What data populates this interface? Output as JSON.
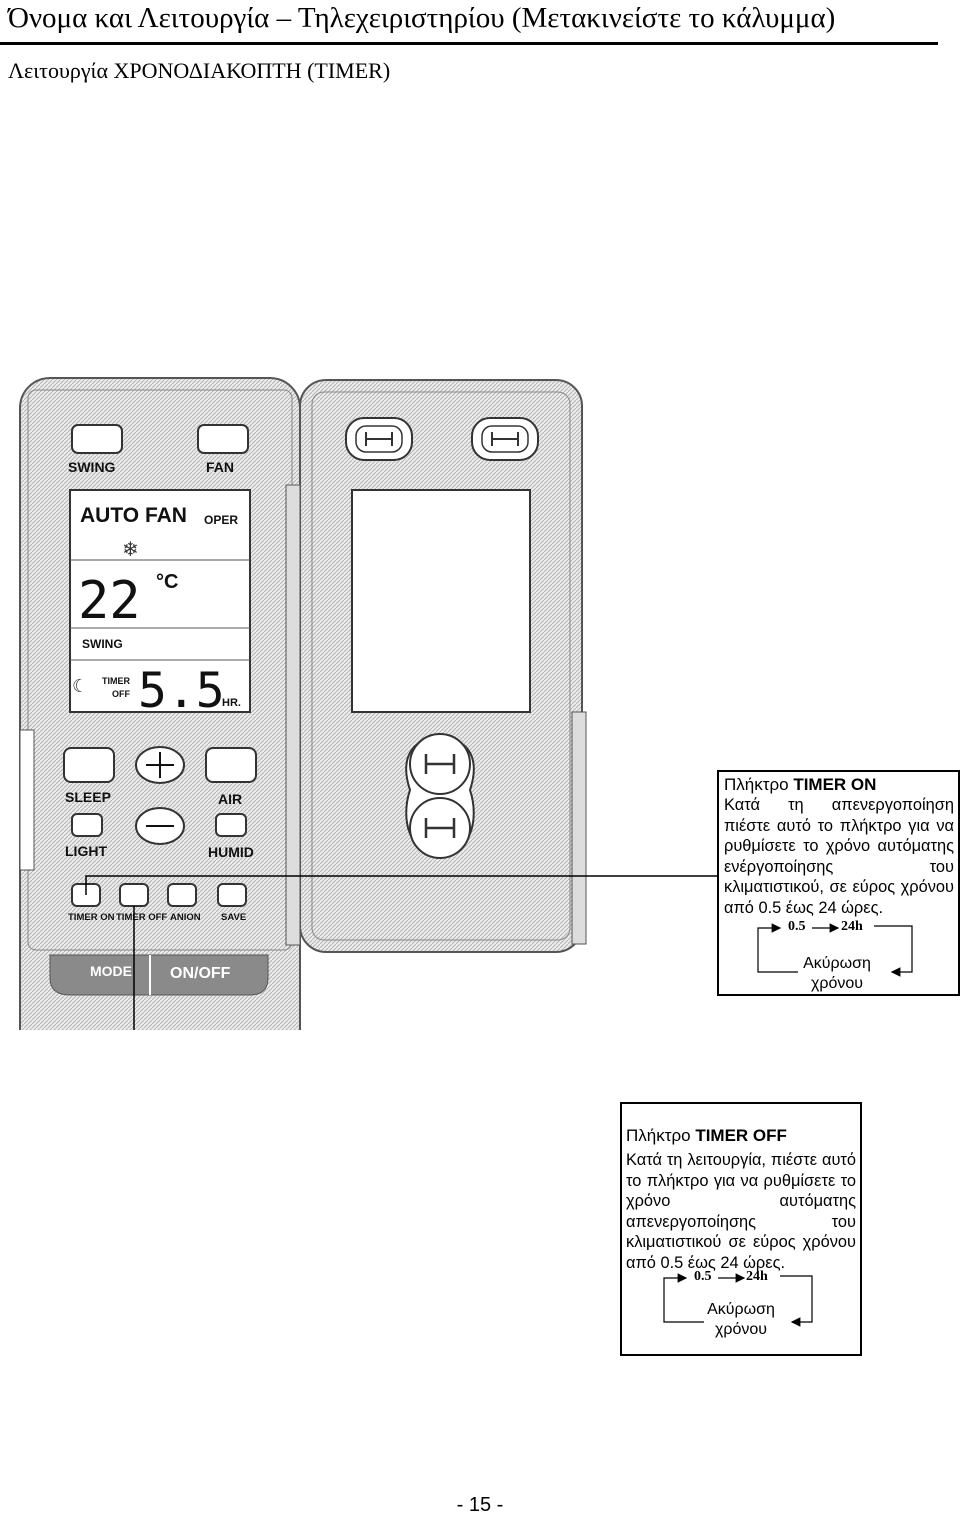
{
  "page": {
    "title": "Όνομα και Λειτουργία – Τηλεχειριστηρίου (Μετακινείστε το κάλυμμα)",
    "subtitle": "Λειτουργία ΧΡΟΝΟΔΙΑΚΟΠΤΗ (TIMER)",
    "page_number": "- 15 -"
  },
  "remote": {
    "buttons": {
      "swing": "SWING",
      "fan": "FAN",
      "sleep": "SLEEP",
      "air": "AIR",
      "light": "LIGHT",
      "humid": "HUMID",
      "timer_on": "TIMER ON",
      "timer_off": "TIMER OFF",
      "anion": "ANION",
      "save": "SAVE",
      "mode": "MODE",
      "onoff": "ON/OFF"
    },
    "display": {
      "mode_text": "AUTO FAN",
      "oper": "OPER",
      "temperature": "22",
      "unit": "°C",
      "swing": "SWING",
      "timer_label": "TIMER",
      "timer_state": "OFF",
      "timer_value": "5.5",
      "hours": "HR."
    }
  },
  "timer_on_box": {
    "heading_prefix": "Πλήκτρο",
    "heading_key": "TIMER ON",
    "body": "Κατά τη απενεργοποίηση πιέστε αυτό το πλήκτρο για να ρυθμίσετε το χρόνο αυτόματης ενέργοποίησης του κλιματιστικού, σε εύρος χρόνου από 0.5 έως 24 ώρες.",
    "cycle_start": "0.5",
    "cycle_end": "24h",
    "cancel_label": "Ακύρωση χρόνου"
  },
  "timer_off_box": {
    "heading_prefix": "Πλήκτρο",
    "heading_key": "TIMER OFF",
    "body": "Κατά τη λειτουργία, πιέστε αυτό το πλήκτρο για να ρυθμίσετε το χρόνο αυτόματης απενεργοποίησης του κλιματιστικού σε εύρος χρόνου από 0.5 έως 24 ώρες.",
    "cycle_start": "0.5",
    "cycle_end": "24h",
    "cancel_label": "Ακύρωση χρόνου"
  }
}
